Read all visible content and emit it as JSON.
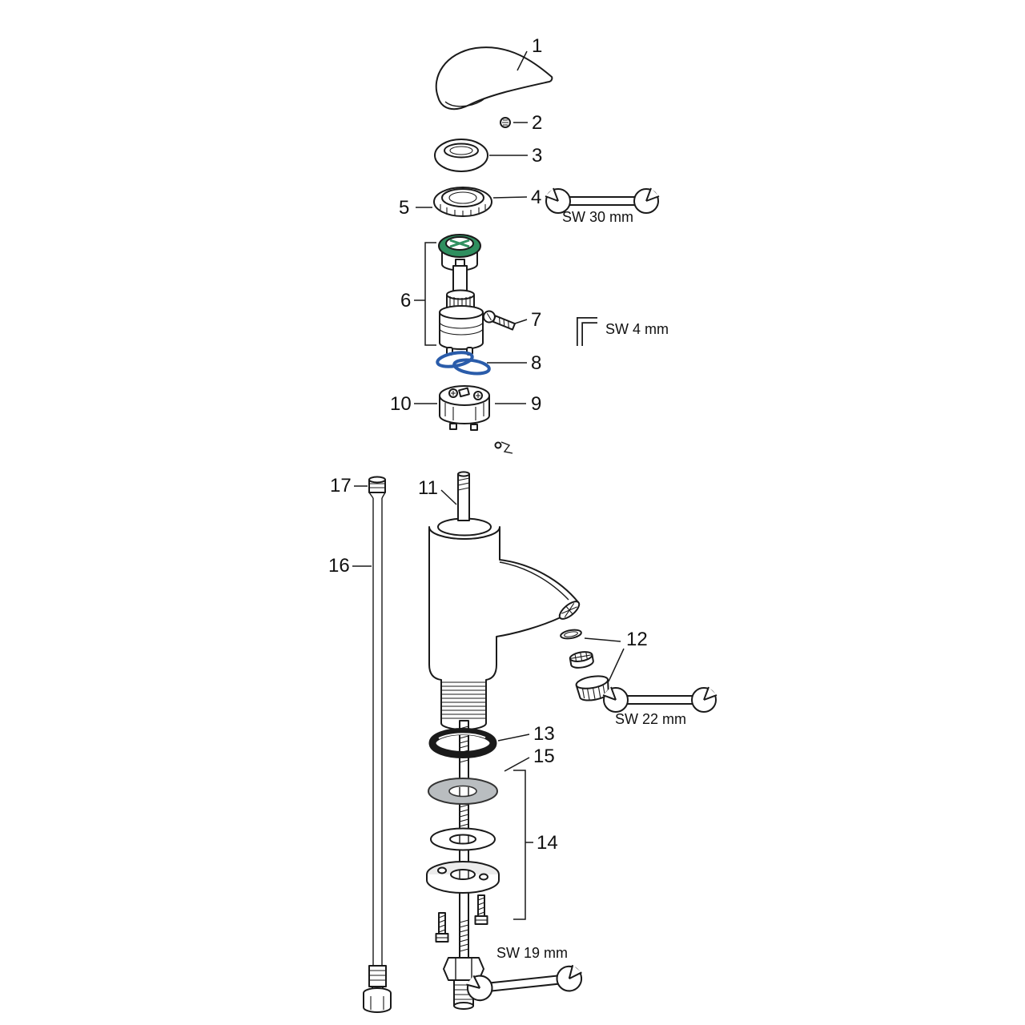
{
  "diagram": {
    "colors": {
      "line": "#1a1a1a",
      "green": "#2f8f5f",
      "blue": "#2a5caa",
      "gray": "#b9bdc0"
    },
    "parts": {
      "p1": "1",
      "p2": "2",
      "p3": "3",
      "p4": "4",
      "p5": "5",
      "p6": "6",
      "p7": "7",
      "p8": "8",
      "p9": "9",
      "p10": "10",
      "p11": "11",
      "p12": "12",
      "p13": "13",
      "p14": "14",
      "p15": "15",
      "p16": "16",
      "p17": "17"
    },
    "tools": {
      "sw30": "SW 30 mm",
      "sw4": "SW 4 mm",
      "sw22": "SW 22 mm",
      "sw19": "SW 19 mm"
    }
  }
}
